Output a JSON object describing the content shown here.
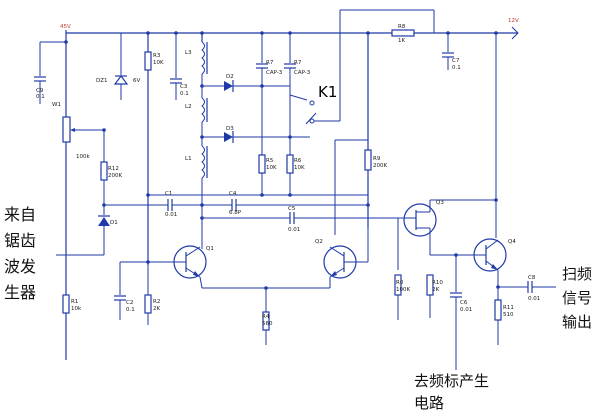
{
  "supply": {
    "v_left": "45V",
    "v_right": "12V"
  },
  "left_text": {
    "line1": "来自",
    "line2": "锯齿",
    "line3": "波发",
    "line4": "生器"
  },
  "right_text": {
    "line1": "扫频",
    "line2": "信号",
    "line3": "输出"
  },
  "bottom_text": {
    "line1": "去频标产生",
    "line2": "电路"
  },
  "switch_label": "K1",
  "labels": {
    "c9": "C9",
    "c9v": "0.1",
    "w1": "W1",
    "w1v": "100k",
    "r12": "R12",
    "r12v": "200K",
    "d1": "D1",
    "r1": "R1",
    "r1v": "10k",
    "dz1": "DZ1",
    "dz1v": "6V",
    "r3": "R3",
    "r3v": "10K",
    "c3": "C3",
    "c3v": "0.1",
    "l3": "L3",
    "l2": "L2",
    "l1": "L1",
    "d2": "D2",
    "d3": "D3",
    "r7a": "R7",
    "r7b": "R7",
    "cap3a": "CAP-3",
    "cap3b": "CAP-3",
    "r5": "R5",
    "r5v": "10K",
    "r6": "R6",
    "r6v": "10K",
    "r8": "R8",
    "r8v": "1K",
    "c7": "C7",
    "c7v": "0.1",
    "r9": "R9",
    "r9v": "200K",
    "c1": "C1",
    "c1v": "0.01",
    "c4": "C4",
    "c4v": "6.8P",
    "c5": "C5",
    "c5v": "0.01",
    "q1": "Q1",
    "q2": "Q2",
    "q3": "Q3",
    "q4": "Q4",
    "c2": "C2",
    "c2v": "0.1",
    "r2": "R2",
    "r2v": "2K",
    "r4": "R4",
    "r4v": "560",
    "r0": "R0",
    "r0v": "100K",
    "r10": "R10",
    "r10v": "2K",
    "c6": "C6",
    "c6v": "0.01",
    "c8": "C8",
    "c8v": "0.01",
    "r11": "R11",
    "r11v": "510"
  }
}
